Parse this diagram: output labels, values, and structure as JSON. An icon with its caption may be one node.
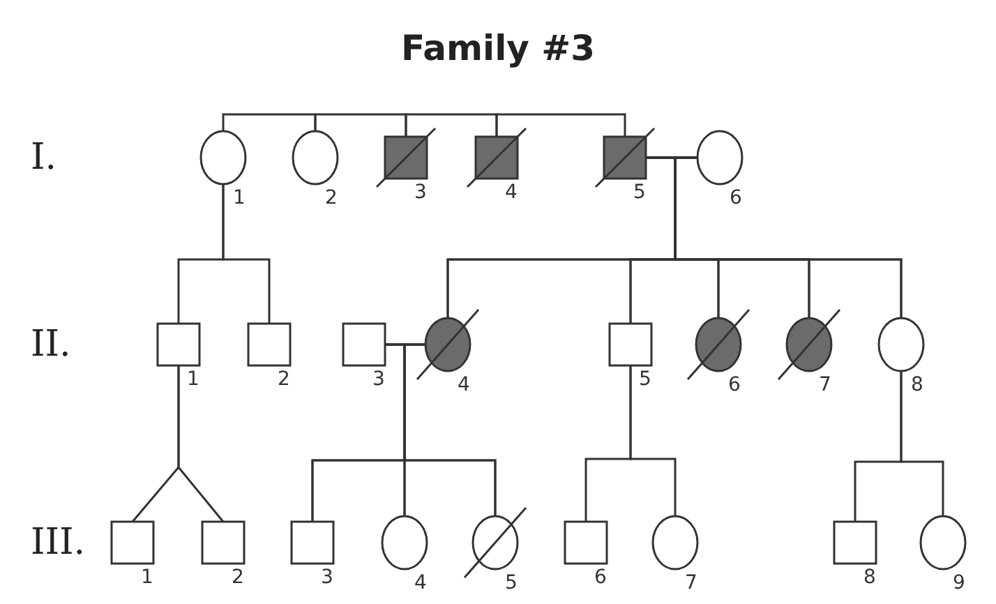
{
  "diagram": {
    "title": "Family #3",
    "nodes": [
      {
        "text": [],
        "shape": "circle",
        "beside": [
          "1"
        ]
      },
      {
        "text": [],
        "shape": "circle",
        "beside": [
          "2"
        ]
      },
      {
        "text": [],
        "shape": "box",
        "beside": [
          "3"
        ]
      },
      {
        "text": [],
        "shape": "box",
        "beside": [
          "4"
        ]
      },
      {
        "text": [],
        "shape": "box",
        "beside": [
          "5"
        ]
      },
      {
        "text": [],
        "shape": "circle",
        "beside": [
          "6"
        ]
      },
      {
        "text": [],
        "shape": "box",
        "beside": [
          "1"
        ]
      },
      {
        "text": [],
        "shape": "box",
        "beside": [
          "2"
        ]
      },
      {
        "text": [],
        "shape": "box",
        "beside": [
          "3"
        ]
      },
      {
        "text": [],
        "shape": "circle",
        "beside": [
          "4"
        ]
      },
      {
        "text": [],
        "shape": "box",
        "beside": [
          "5"
        ]
      },
      {
        "text": [],
        "shape": "circle",
        "beside": [
          "6"
        ]
      },
      {
        "text": [],
        "shape": "circle",
        "beside": [
          "7"
        ]
      },
      {
        "text": [],
        "shape": "circle",
        "beside": [
          "8"
        ]
      },
      {
        "text": [],
        "shape": "box",
        "beside": [
          "1"
        ]
      },
      {
        "text": [],
        "shape": "box",
        "beside": [
          "2"
        ]
      },
      {
        "text": [],
        "shape": "box",
        "beside": [
          "3"
        ]
      },
      {
        "text": [],
        "shape": "circle",
        "beside": [
          "4"
        ]
      },
      {
        "text": [],
        "shape": "circle",
        "beside": [
          "5"
        ]
      },
      {
        "text": [],
        "shape": "box",
        "beside": [
          "6"
        ]
      },
      {
        "text": [],
        "shape": "circle",
        "beside": [
          "7"
        ]
      },
      {
        "text": [],
        "shape": "box",
        "beside": [
          "8"
        ]
      },
      {
        "text": [],
        "shape": "circle",
        "beside": [
          "9"
        ]
      }
    ],
    "edges": [
      {
        "from": 0,
        "to": 1,
        "arrow": "none"
      },
      {
        "from": 1,
        "to": 2,
        "arrow": "none"
      },
      {
        "from": 2,
        "to": 3,
        "arrow": "none"
      },
      {
        "from": 3,
        "to": 4,
        "arrow": "none"
      },
      {
        "from": 4,
        "to": 5,
        "arrow": "none"
      },
      {
        "from": 4,
        "to": 9,
        "arrow": "none"
      },
      {
        "from": 4,
        "to": 10,
        "arrow": "none"
      },
      {
        "from": 4,
        "to": 11,
        "arrow": "none"
      },
      {
        "from": 4,
        "to": 12,
        "arrow": "none"
      },
      {
        "from": 4,
        "to": 13,
        "arrow": "none"
      },
      {
        "from": 5,
        "to": 9,
        "arrow": "none"
      },
      {
        "from": 5,
        "to": 10,
        "arrow": "none"
      },
      {
        "from": 5,
        "to": 11,
        "arrow": "none"
      },
      {
        "from": 5,
        "to": 12,
        "arrow": "none"
      },
      {
        "from": 5,
        "to": 13,
        "arrow": "none"
      },
      {
        "from": 0,
        "to": 6,
        "arrow": "none"
      },
      {
        "from": 0,
        "to": 7,
        "arrow": "none"
      },
      {
        "from": 6,
        "to": 14,
        "arrow": "none"
      },
      {
        "from": 6,
        "to": 15,
        "arrow": "none"
      },
      {
        "from": 8,
        "to": 9,
        "arrow": "none"
      },
      {
        "from": 8,
        "to": 16,
        "arrow": "none"
      },
      {
        "from": 8,
        "to": 17,
        "arrow": "none"
      },
      {
        "from": 8,
        "to": 18,
        "arrow": "none"
      },
      {
        "from": 9,
        "to": 16,
        "arrow": "none"
      },
      {
        "from": 9,
        "to": 17,
        "arrow": "none"
      },
      {
        "from": 9,
        "to": 18,
        "arrow": "none"
      },
      {
        "from": 10,
        "to": 19,
        "arrow": "none"
      },
      {
        "from": 10,
        "to": 20,
        "arrow": "none"
      },
      {
        "from": 13,
        "to": 21,
        "arrow": "none"
      },
      {
        "from": 13,
        "to": 22,
        "arrow": "none"
      }
    ],
    "labels": [
      "I.",
      "II.",
      "III."
    ]
  }
}
